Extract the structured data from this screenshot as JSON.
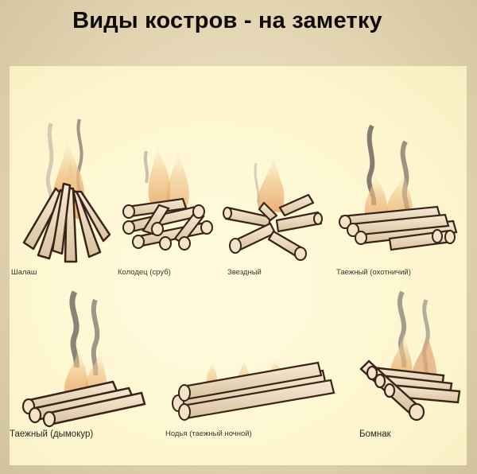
{
  "title": "Виды костров - на заметку",
  "colors": {
    "frame": "#d8ccad",
    "panel": "#fdf6cf",
    "log_fill": "#ecdcc0",
    "log_stroke": "#3a2418",
    "flame": "#e8b072",
    "smoke": "#6c6460"
  },
  "fires": [
    {
      "id": "shalash",
      "label": "Шалаш",
      "icon": "teepee-fire-icon"
    },
    {
      "id": "kolodets",
      "label": "Колодец (сруб)",
      "icon": "log-cabin-fire-icon"
    },
    {
      "id": "zvezdny",
      "label": "Звездный",
      "icon": "star-fire-icon"
    },
    {
      "id": "taezhny-ohotnichy",
      "label": "Таежный (охотничий)",
      "icon": "hunter-fire-icon"
    },
    {
      "id": "taezhny-dymokur",
      "label": "Таежный (дымокур)",
      "icon": "smoke-fire-icon"
    },
    {
      "id": "nodya",
      "label": "Нодья (таежный ночной)",
      "icon": "nodya-fire-icon"
    },
    {
      "id": "bomnak",
      "label": "Бомнак",
      "icon": "bomnak-fire-icon"
    }
  ]
}
